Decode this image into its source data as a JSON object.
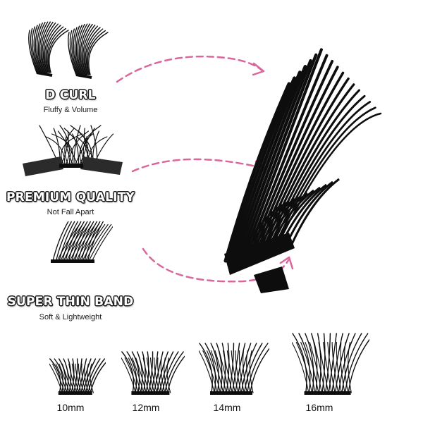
{
  "features": [
    {
      "title": "D CURL",
      "subtitle": "Fluffy & Volume",
      "icon": "d-curl-lash-icon"
    },
    {
      "title": "PREMIUM QUALITY",
      "subtitle": "Not Fall Apart",
      "icon": "premium-band-lash-icon"
    },
    {
      "title": "SUPER THIN BAND",
      "subtitle": "Soft & Lightweight",
      "icon": "thin-band-lash-icon"
    }
  ],
  "sizes": [
    {
      "label": "10mm"
    },
    {
      "label": "12mm"
    },
    {
      "label": "14mm"
    },
    {
      "label": "16mm"
    }
  ],
  "colors": {
    "lash": "#0d0d0d",
    "arrow": "#d9679b",
    "text": "#111111",
    "background": "#ffffff"
  }
}
